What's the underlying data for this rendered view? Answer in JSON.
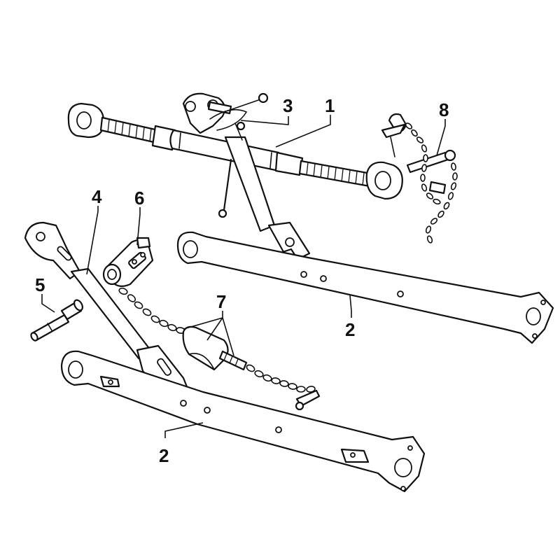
{
  "callouts": [
    {
      "id": "1",
      "label": "1"
    },
    {
      "id": "2a",
      "label": "2"
    },
    {
      "id": "2b",
      "label": "2"
    },
    {
      "id": "3",
      "label": "3"
    },
    {
      "id": "4",
      "label": "4"
    },
    {
      "id": "5",
      "label": "5"
    },
    {
      "id": "6",
      "label": "6"
    },
    {
      "id": "7",
      "label": "7"
    },
    {
      "id": "8",
      "label": "8"
    }
  ],
  "colors": {
    "line": "#111111",
    "fill": "#ffffff"
  }
}
